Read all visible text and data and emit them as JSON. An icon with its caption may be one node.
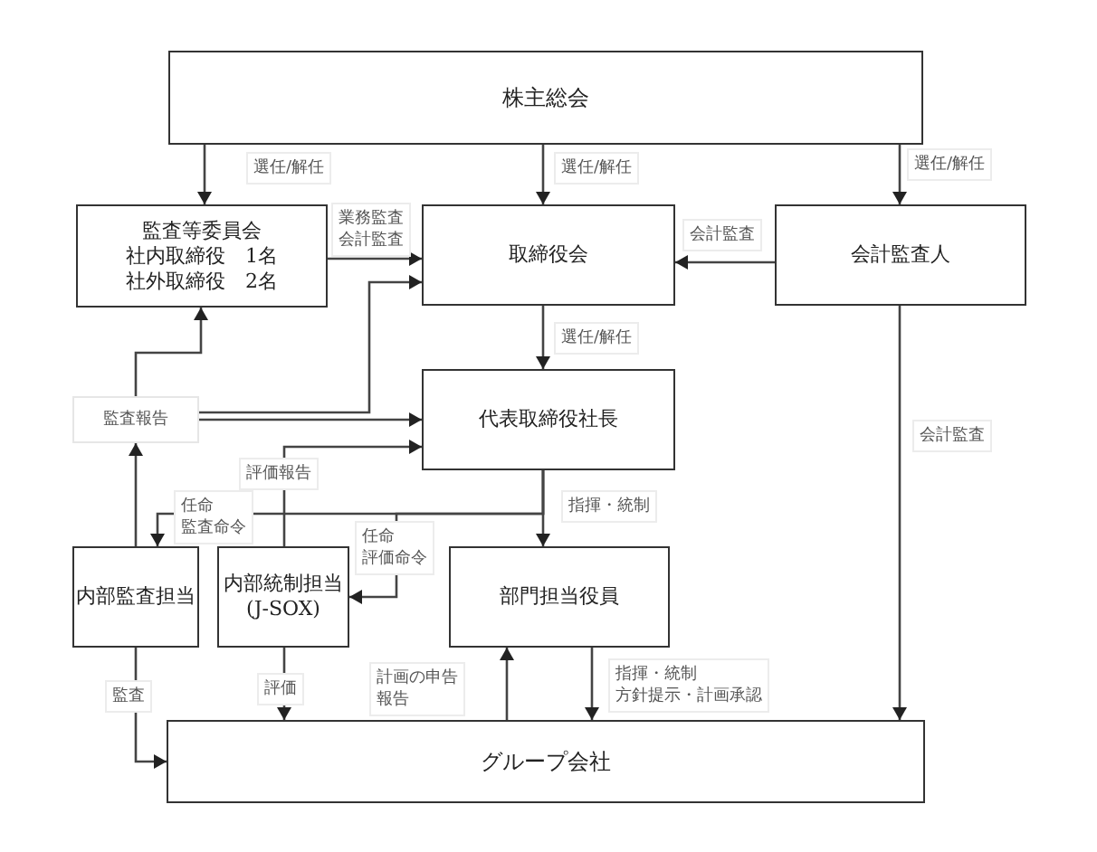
{
  "diagram": {
    "nodes": [
      {
        "text": [
          "株主総会"
        ]
      },
      {
        "text": [
          "監査等委員会",
          "社内取締役　1名",
          "社外取締役　2名"
        ]
      },
      {
        "text": [
          "取締役会"
        ]
      },
      {
        "text": [
          "会計監査人"
        ]
      },
      {
        "text": [
          "代表取締役社長"
        ]
      },
      {
        "text": [
          "内部監査担当"
        ]
      },
      {
        "text": [
          "内部統制担当",
          "(J-SOX)"
        ]
      },
      {
        "text": [
          "部門担当役員"
        ]
      },
      {
        "text": [
          "グループ会社"
        ]
      },
      {
        "text": [
          "監査報告"
        ]
      }
    ],
    "edges": [
      {
        "from": 0,
        "to": 1,
        "arrow": "to",
        "label": "選任/解任"
      },
      {
        "from": 0,
        "to": 2,
        "arrow": "to",
        "label": "選任/解任"
      },
      {
        "from": 0,
        "to": 3,
        "arrow": "to",
        "label": "選任/解任"
      },
      {
        "from": 1,
        "to": 2,
        "arrow": "to",
        "label": "業務監査会計監査"
      },
      {
        "from": 3,
        "to": 2,
        "arrow": "to",
        "label": "会計監査"
      },
      {
        "from": 2,
        "to": 4,
        "arrow": "to",
        "label": "選任/解任"
      },
      {
        "from": 9,
        "to": 1,
        "arrow": "to"
      },
      {
        "from": 9,
        "to": 2,
        "arrow": "to"
      },
      {
        "from": 9,
        "to": 4,
        "arrow": "to"
      },
      {
        "from": 5,
        "to": 9,
        "arrow": "to"
      },
      {
        "from": 6,
        "to": 4,
        "arrow": "to",
        "label": "評価報告"
      },
      {
        "from": 4,
        "to": 5,
        "arrow": "to",
        "label": "任命監査命令"
      },
      {
        "from": 4,
        "to": 6,
        "arrow": "to",
        "label": "任命評価命令"
      },
      {
        "from": 4,
        "to": 7,
        "arrow": "to",
        "label": "指揮・統制"
      },
      {
        "from": 5,
        "to": 8,
        "arrow": "to",
        "label": "監査"
      },
      {
        "from": 6,
        "to": 8,
        "arrow": "to",
        "label": "評価"
      },
      {
        "from": 8,
        "to": 7,
        "arrow": "to",
        "label": "計画の申告報告"
      },
      {
        "from": 7,
        "to": 8,
        "arrow": "to",
        "label": "指揮・統制方針提示・計画承認"
      },
      {
        "from": 3,
        "to": 8,
        "arrow": "to",
        "label": "会計監査"
      }
    ]
  }
}
